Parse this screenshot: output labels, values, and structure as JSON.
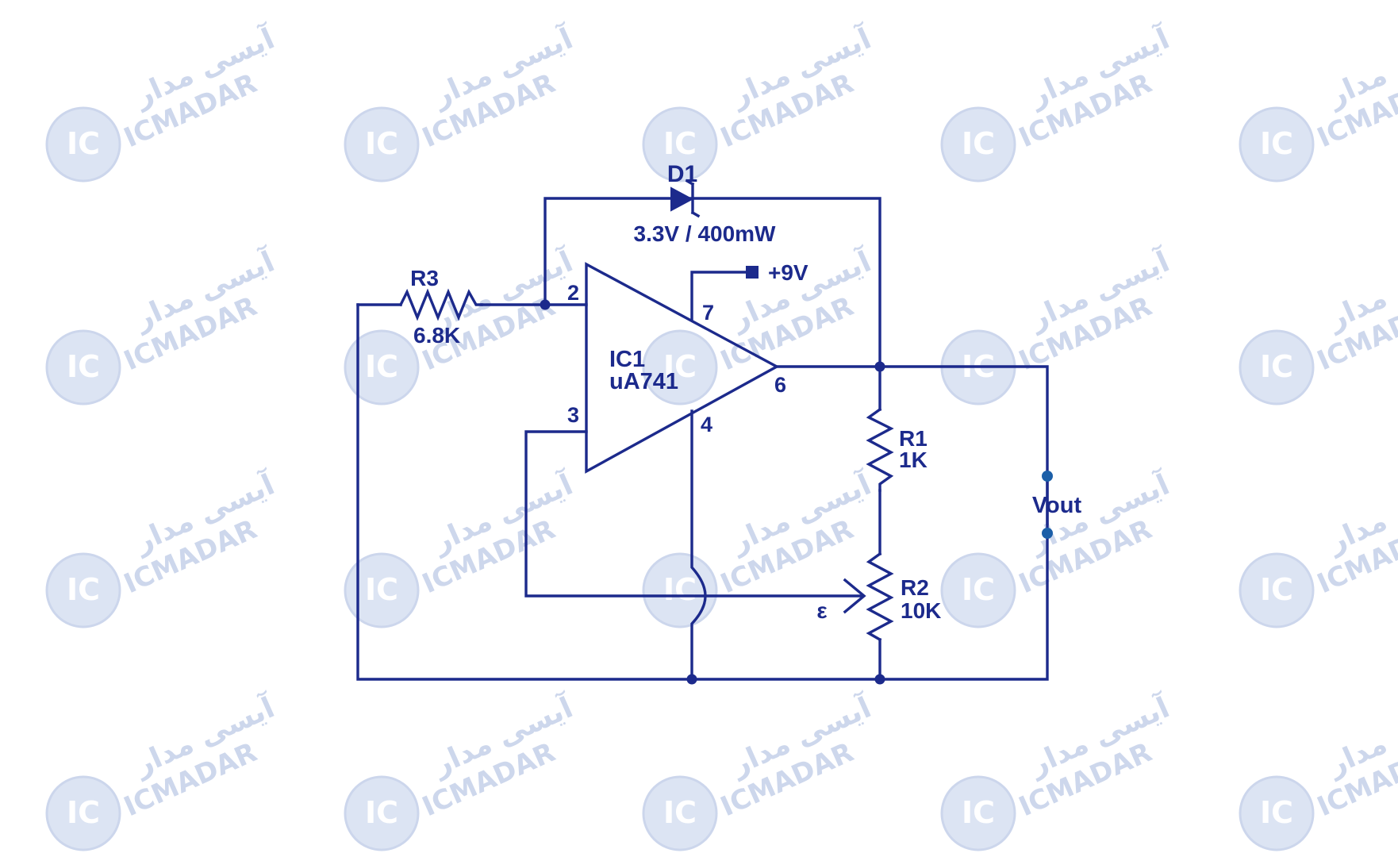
{
  "colors": {
    "wire": "#1c2a8c",
    "watermark": "#cdd7ec",
    "background": "#ffffff"
  },
  "watermark": {
    "brand": "ICMADAR",
    "brand_fa": "آیسی مدار",
    "logo": "IC",
    "logo_sub": "MADAR"
  },
  "components": {
    "diode": {
      "name": "D1",
      "rating": "3.3V / 400mW"
    },
    "opamp": {
      "name": "IC1",
      "model": "uA741",
      "pin_inverting": "2",
      "pin_noninverting": "3",
      "pin_vplus": "7",
      "pin_vminus": "4",
      "pin_output": "6"
    },
    "supply": {
      "label": "+9V"
    },
    "r3": {
      "name": "R3",
      "value": "6.8K"
    },
    "r1": {
      "name": "R1",
      "value": "1K"
    },
    "r2": {
      "name": "R2",
      "value": "10K"
    },
    "wiper_mark": "ε",
    "output": {
      "label": "Vout"
    }
  }
}
